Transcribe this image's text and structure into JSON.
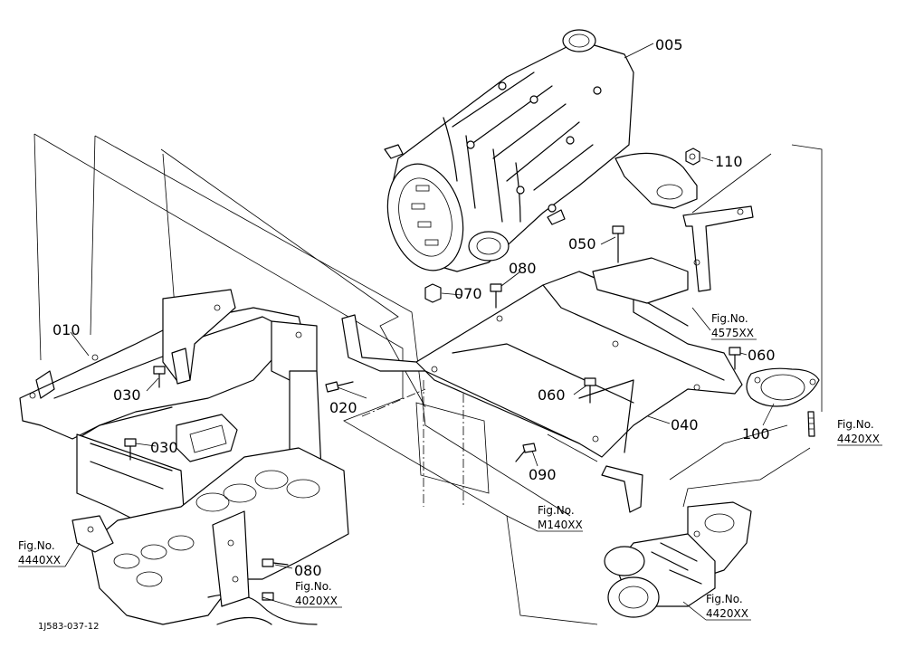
{
  "diagram": {
    "part_labels": {
      "p005": "005",
      "p010": "010",
      "p020": "020",
      "p030a": "030",
      "p030b": "030",
      "p040": "040",
      "p050": "050",
      "p060a": "060",
      "p060b": "060",
      "p070": "070",
      "p080a": "080",
      "p080b": "080",
      "p090": "090",
      "p100": "100",
      "p110": "110"
    },
    "figure_refs": {
      "r4575": {
        "title": "Fig.No.",
        "number": "4575XX"
      },
      "r4420a": {
        "title": "Fig.No.",
        "number": "4420XX"
      },
      "rM140": {
        "title": "Fig.No.",
        "number": "M140XX"
      },
      "r4440": {
        "title": "Fig.No.",
        "number": "4440XX"
      },
      "r4020": {
        "title": "Fig.No.",
        "number": "4020XX"
      },
      "r4420b": {
        "title": "Fig.No.",
        "number": "4420XX"
      }
    },
    "drawing_code": "1J583-037-12"
  }
}
